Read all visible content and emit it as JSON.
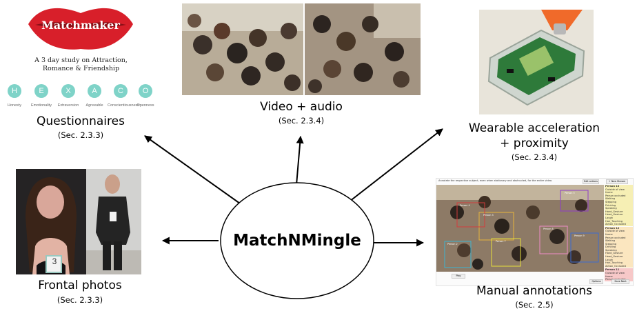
{
  "center": {
    "title": "MatchNMingle"
  },
  "questionnaires": {
    "logo_text": "Matchmaker",
    "tagline": "A 3 day study on Attraction, Romance & Friendship",
    "traits": [
      {
        "letter": "H",
        "word": "Honesty"
      },
      {
        "letter": "E",
        "word": "Emotionality"
      },
      {
        "letter": "X",
        "word": "Extraversion"
      },
      {
        "letter": "A",
        "word": "Agreeable"
      },
      {
        "letter": "C",
        "word": "Conscientiousness"
      },
      {
        "letter": "O",
        "word": "Openness"
      }
    ],
    "label": "Questionnaires",
    "section": "(Sec. 2.3.3)"
  },
  "video": {
    "label": "Video + audio",
    "section": "(Sec. 2.3.4)"
  },
  "wearable": {
    "label_line1": "Wearable acceleration",
    "label_line2": "+ proximity",
    "section": "(Sec. 2.3.4)"
  },
  "photos": {
    "label": "Frontal photos",
    "section": "(Sec. 2.3.3)",
    "badge_number": "3"
  },
  "annotations": {
    "label": "Manual annotations",
    "section": "(Sec. 2.5)",
    "instruction": "Annotate the respective subject, even when stationary and obstructed, for the entire video.",
    "btn_edit": "Edit actions",
    "btn_new": "+ New Stream",
    "btn_play": "Play",
    "btn_options": "Options",
    "btn_save": "Save Next",
    "person_headers": [
      "Person 13",
      "Person 12",
      "Person 11"
    ],
    "actions": [
      "Outside of view frame",
      "Person occluded",
      "Walking",
      "Stepping",
      "Drinking",
      "Speaking",
      "Hand_Gesture",
      "Head_Gesture",
      "Laugh",
      "Hair_Touching",
      "Action_Occluded"
    ],
    "box_labels": [
      "Person 3",
      "Person 4",
      "Person 5",
      "Person 7",
      "Person 8",
      "Person 9",
      "Person 2"
    ]
  },
  "colors": {
    "logo_red": "#d81f2a",
    "trait_teal": "#7fd3c8",
    "box_colors": [
      "#e8b43c",
      "#d23c3c",
      "#8e3cc8",
      "#3c6cd2",
      "#e8e03c",
      "#f08cc8",
      "#3cb4d2"
    ]
  },
  "icons": [
    "lips-logo",
    "hexaco-circle",
    "badge-icon",
    "device-icon",
    "arrow-icon"
  ]
}
